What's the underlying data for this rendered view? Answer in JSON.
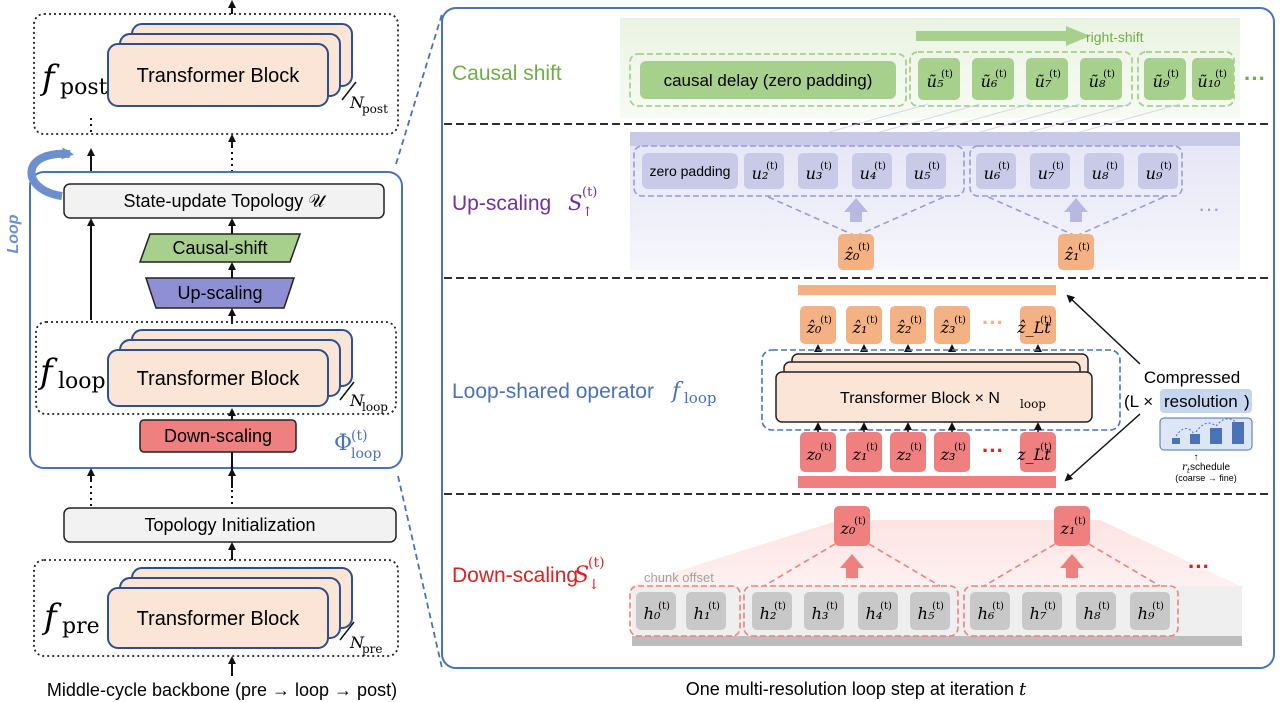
{
  "left": {
    "post_label": "f",
    "post_sub": "post",
    "post_block": "Transformer Block",
    "post_n": "N",
    "post_n_sub": "post",
    "loop_arrow_label": "Loop",
    "state_update": "State-update Topology 𝒰",
    "causal_shift": "Causal-shift",
    "up_scaling": "Up-scaling",
    "loop_label": "f",
    "loop_sub": "loop",
    "loop_block": "Transformer Block",
    "loop_n": "N",
    "loop_n_sub": "loop",
    "down_scaling": "Down-scaling",
    "phi": "Φ",
    "phi_sub": "loop",
    "phi_sup": "(t)",
    "topology_init": "Topology Initialization",
    "pre_label": "f",
    "pre_sub": "pre",
    "pre_block": "Transformer Block",
    "pre_n": "N",
    "pre_n_sub": "pre",
    "caption": "Middle-cycle backbone (pre → loop → post)"
  },
  "right": {
    "caption_text": "One multi-resolution loop step at iteration ",
    "caption_var": "t",
    "causal": {
      "title": "Causal shift",
      "arrow_label": "right-shift",
      "delay_box": "causal delay (zero padding)",
      "tokens": [
        "ũ₅",
        "ũ₆",
        "ũ₇",
        "ũ₈",
        "ũ₉",
        "ũ₁₀"
      ],
      "sup": "(t)",
      "ellipsis": "···"
    },
    "up": {
      "title_text": "Up-scaling ",
      "title_var": "S",
      "title_sub": "↑",
      "title_sup": "(t)",
      "zero_pad": "zero padding",
      "tokens": [
        "u₂",
        "u₃",
        "u₄",
        "u₅",
        "u₆",
        "u₇",
        "u₈",
        "u₉"
      ],
      "sup": "(t)",
      "sources": [
        "ẑ₀",
        "ẑ₁"
      ],
      "ellipsis": "···"
    },
    "loop": {
      "title_text": "Loop-shared operator ",
      "title_var": "f",
      "title_sub": "loop",
      "out_tokens": [
        "ẑ₀",
        "ẑ₁",
        "ẑ₂",
        "ẑ₃",
        "ẑ_Lt"
      ],
      "in_tokens": [
        "z₀",
        "z₁",
        "z₂",
        "z₃",
        "z_Lt"
      ],
      "sup": "(t)",
      "block": "Transformer Block  ×  N",
      "block_sub": "loop",
      "ellipsis": "···",
      "compressed_1": "Compressed",
      "compressed_2a": "(L × ",
      "compressed_2b": "resolution",
      "compressed_2c": " )",
      "schedule_1": "r",
      "schedule_1_sub": "t",
      "schedule_1b": " schedule",
      "schedule_2": "(coarse → fine)"
    },
    "down": {
      "title_text": "Down-scaling ",
      "title_var": "S",
      "title_sub": "↓",
      "title_sup": "(t)",
      "offset_label": "chunk offset",
      "targets": [
        "z₀",
        "z₁"
      ],
      "tokens": [
        "h₀",
        "h₁",
        "h₂",
        "h₃",
        "h₄",
        "h₅",
        "h₆",
        "h₇",
        "h₈",
        "h₉"
      ],
      "sup": "(t)",
      "ellipsis": "···"
    }
  },
  "colors": {
    "panel_border": "#4a72b8",
    "dashed_connector": "#4a72b8",
    "green_fill": "#a8d08d",
    "green_text": "#70ad47",
    "purple_fill": "#c9c9e8",
    "purple_text": "#7030a0",
    "orange_fill": "#f4b183",
    "red_fill": "#f08080",
    "red_text": "#e02020",
    "blue_text": "#4a72b8",
    "peach_block": "#fbe5d6",
    "gray_token": "#c8c8c8",
    "gray_box": "#f2f2f2"
  }
}
